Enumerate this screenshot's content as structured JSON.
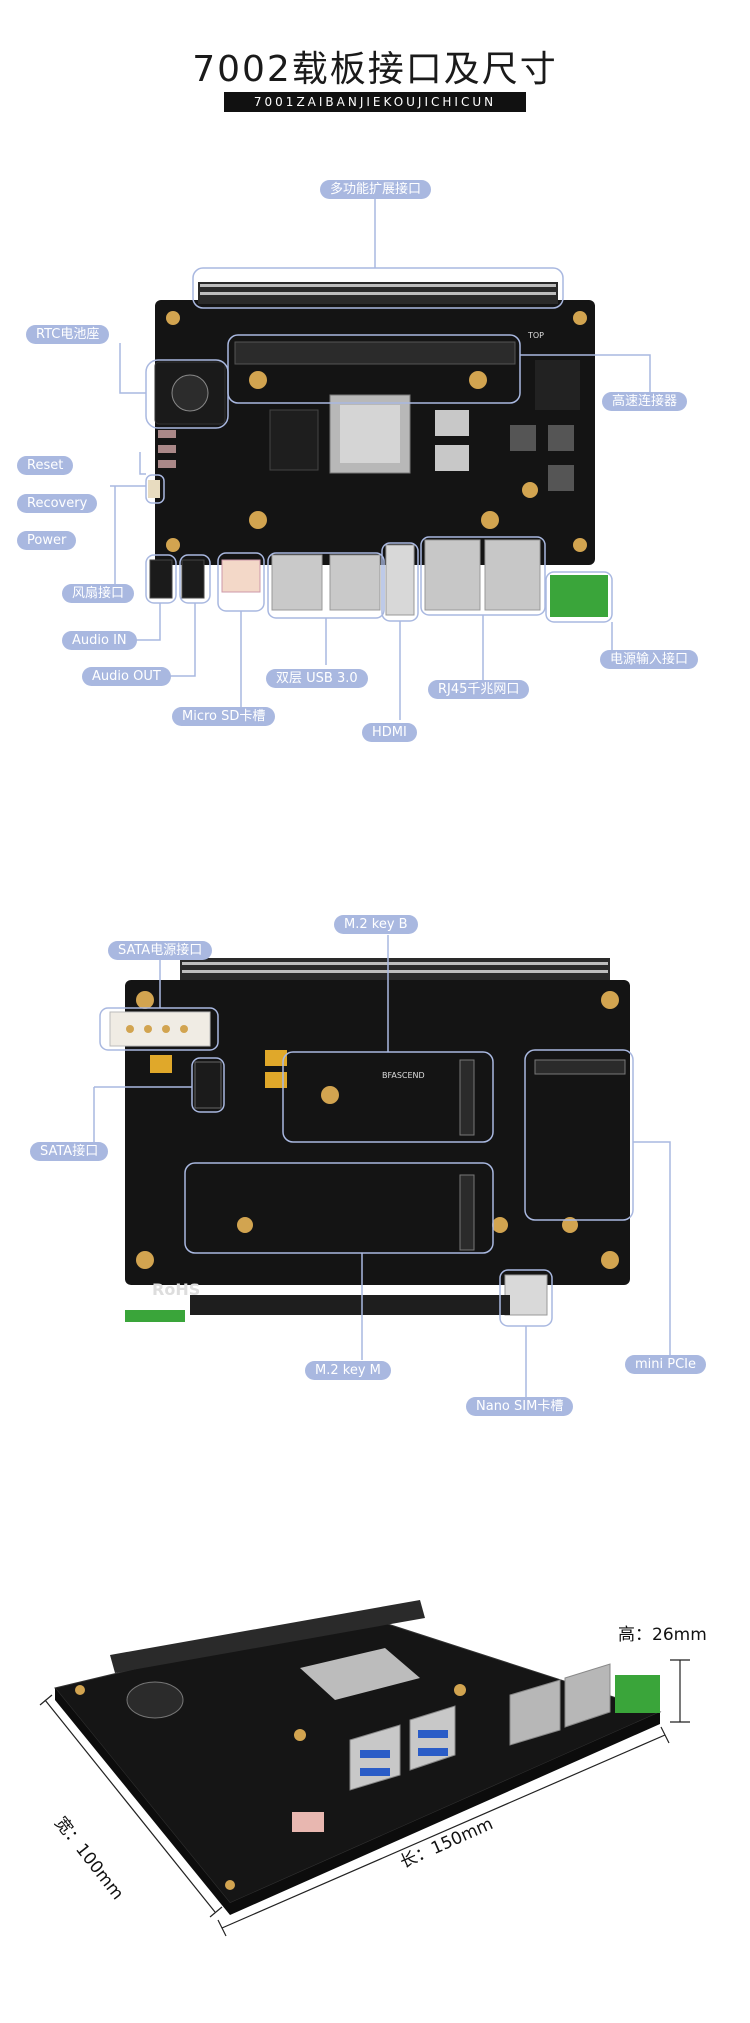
{
  "header": {
    "title": "7002载板接口及尺寸",
    "subtitle": "7001ZAIBANJIEKOUJICHICUN"
  },
  "top_view": {
    "labels": {
      "multi": "多功能扩展接口",
      "rtc": "RTC电池座",
      "hs": "高速连接器",
      "reset": "Reset",
      "recovery": "Recovery",
      "power": "Power",
      "fan": "风扇接口",
      "audio_in": "Audio IN",
      "audio_out": "Audio OUT",
      "usb": "双层 USB 3.0",
      "rj45": "RJ45千兆网口",
      "pwr_in": "电源输入接口",
      "sd": "Micro SD卡槽",
      "hdmi": "HDMI"
    },
    "silkscreen": {
      "top": "TOP"
    }
  },
  "bottom_view": {
    "labels": {
      "m2b": "M.2 key B",
      "sata_pwr": "SATA电源接口",
      "sata": "SATA接口",
      "m2m": "M.2 key M",
      "minipcie": "mini PCIe",
      "nanosim": "Nano SIM卡槽"
    },
    "silkscreen": {
      "rohs": "RoHS",
      "brand": "BFASCEND"
    }
  },
  "dimensions": {
    "height": "高：26mm",
    "width": "宽：100mm",
    "length": "长：150mm"
  },
  "colors": {
    "pill": "#a9b8e0",
    "line": "#a9b8e0",
    "pcb": "#141414",
    "gold": "#d2a450",
    "green": "#3aa53a"
  }
}
